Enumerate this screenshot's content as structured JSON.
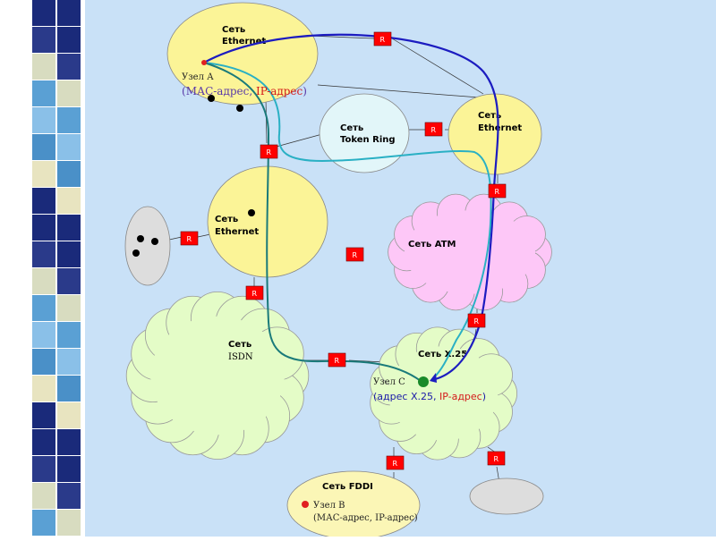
{
  "colors": {
    "background": "#c9e1f7",
    "ethernet": "#fbf497",
    "token_ring": "#e2f6f9",
    "atm": "#fdc7f7",
    "x25": "#e4fcc7",
    "isdn": "#e4fcc7",
    "fddi": "#fbf6b6",
    "gray_net": "#dddddd",
    "router": "#ff0000",
    "path_blue": "#1c1cc0",
    "path_teal": "#2ab0c4",
    "path_dark_teal": "#1a7a7a"
  },
  "networks": {
    "eth1": {
      "line1": "Сеть",
      "line2": "Ethernet"
    },
    "token_ring": {
      "line1": "Сеть",
      "line2": "Token Ring"
    },
    "eth2": {
      "line1": "Сеть",
      "line2": "Ethernet"
    },
    "eth3": {
      "line1": "Сеть",
      "line2": "Ethernet"
    },
    "atm": {
      "label": "Сеть ATM"
    },
    "isdn": {
      "line1": "Сеть",
      "line2": "ISDN"
    },
    "x25": {
      "label": "Сеть X.25"
    },
    "fddi": {
      "label": "Сеть FDDI"
    }
  },
  "nodes": {
    "a": {
      "name": "Узел А",
      "addr_open": "(",
      "addr_mac": "МАС-адрес, ",
      "addr_ip": "IP-адрес",
      "addr_close": ")"
    },
    "c": {
      "name": "Узел С",
      "addr_open": "(",
      "addr_x25": "адрес Х.25, ",
      "addr_ip": "IP-адрес",
      "addr_close": ")"
    },
    "b": {
      "name": "Узел В",
      "addr": "(МАС-адрес, IP-адрес)"
    }
  },
  "router_label": "R"
}
